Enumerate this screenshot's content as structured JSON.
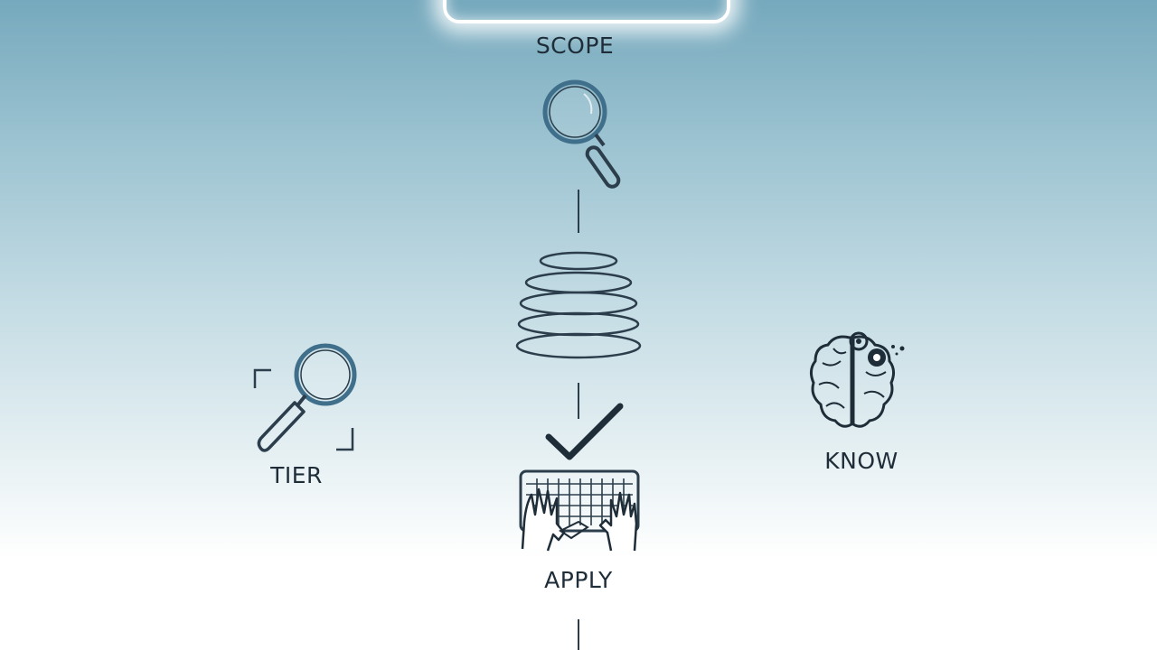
{
  "nodes": {
    "scope": {
      "label": "SCOPE",
      "icon": "magnifier-icon"
    },
    "layers": {
      "icon": "stacked-layers-icon"
    },
    "apply": {
      "label": "APPLY",
      "icon": "keyboard-hands-icon",
      "check_icon": "checkmark-icon"
    },
    "tier": {
      "label": "TIER",
      "icon": "magnifier-frame-icon"
    },
    "know": {
      "label": "KNOW",
      "icon": "brain-icon"
    }
  },
  "colors": {
    "stroke": "#2c3e4c",
    "accent": "#3f6f8a",
    "text": "#1e2d38"
  }
}
